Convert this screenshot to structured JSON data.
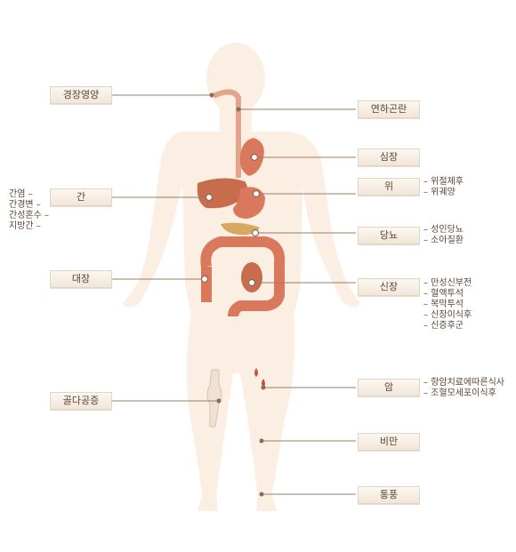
{
  "left_labels": {
    "enteral_nutrition": "경장영양",
    "liver": "간",
    "colon": "대장",
    "osteoporosis": "골다공증"
  },
  "right_labels": {
    "dysphagia": "연하곤란",
    "heart": "심장",
    "stomach": "위",
    "diabetes": "당뇨",
    "kidney": "신장",
    "cancer": "암",
    "obesity": "비만",
    "gout": "통풍"
  },
  "notes": {
    "liver": [
      "간염 –",
      "간경변 –",
      "간성혼수 –",
      "지방간 –"
    ],
    "stomach": [
      "– 위절제후",
      "– 위궤양"
    ],
    "diabetes": [
      "– 성인당뇨",
      "– 소아질환"
    ],
    "kidney": [
      "– 만성신부전",
      "– 혈액투석",
      "– 복막투석",
      "– 신장이식후",
      "– 신증후군"
    ],
    "cancer": [
      "– 항암치료에따른식사",
      "– 조혈모세포이식후"
    ]
  },
  "colors": {
    "body": "#fbeee3",
    "line": "#9b7d66",
    "organ": "#d9785c",
    "button_border": "#e3d4c3",
    "text": "#5a4434"
  }
}
